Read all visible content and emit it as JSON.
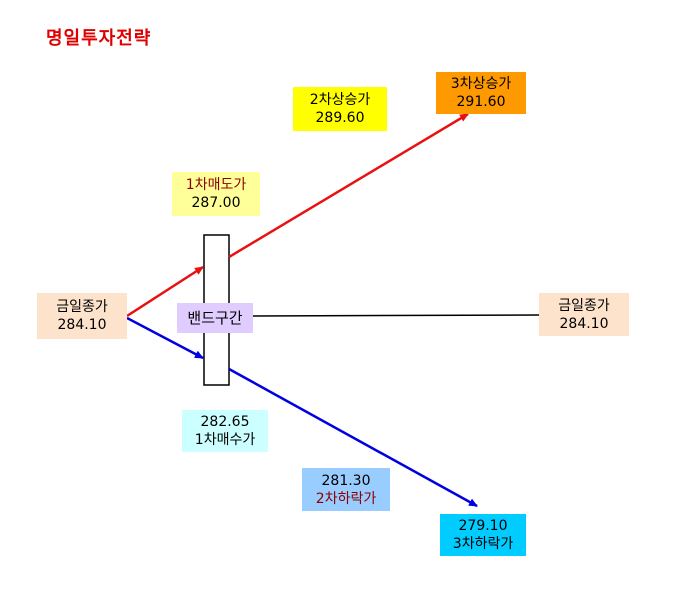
{
  "title": "명일투자전략",
  "today_close_left": {
    "label": "금일종가",
    "value": "284.10"
  },
  "today_close_right": {
    "label": "금일종가",
    "value": "284.10"
  },
  "sell_1": {
    "label": "1차매도가",
    "value": "287.00"
  },
  "rise_2": {
    "label": "2차상승가",
    "value": "289.60"
  },
  "rise_3": {
    "label": "3차상승가",
    "value": "291.60"
  },
  "buy_1": {
    "label": "1차매수가",
    "value": "282.65"
  },
  "fall_2": {
    "label": "2차하락가",
    "value": "281.30"
  },
  "fall_3": {
    "label": "3차하락가",
    "value": "279.10"
  },
  "band": {
    "label": "밴드구간"
  },
  "colors": {
    "title": "#e00000",
    "up_arrow": "#e81010",
    "down_arrow": "#0000e0",
    "center_line": "#000000",
    "close_box": "#fde3cc",
    "sell1_box": "#ffff99",
    "rise2_box": "#ffff00",
    "rise3_box": "#ff9900",
    "buy1_box": "#ccffff",
    "fall2_box": "#99ccff",
    "fall3_box": "#00ccff",
    "band_box": "#e0ccff"
  }
}
